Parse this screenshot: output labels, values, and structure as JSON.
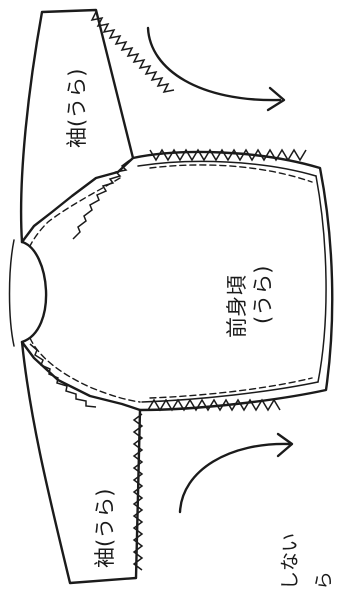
{
  "labels": {
    "sleeve_top": "袖(うら)",
    "sleeve_bottom": "袖(うら)",
    "front_body_line1": "前身頃",
    "front_body_line2": "(うら)"
  },
  "note": {
    "line1": "しない",
    "line2": "ら"
  }
}
